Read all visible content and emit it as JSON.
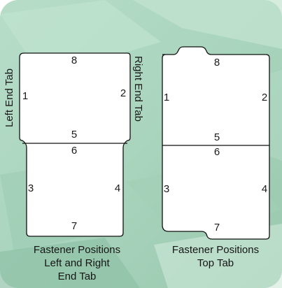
{
  "colors": {
    "background": "#a9d5be",
    "paper": "#ffffff",
    "outline": "#111111"
  },
  "left_folder": {
    "tabs": {
      "left": "Left End Tab",
      "right": "Right End Tab"
    },
    "positions": {
      "p1": "1",
      "p2": "2",
      "p3": "3",
      "p4": "4",
      "p5": "5",
      "p6": "6",
      "p7": "7",
      "p8": "8"
    },
    "caption": {
      "line1": "Fastener Positions",
      "line2": "Left and Right",
      "line3": "End Tab"
    }
  },
  "right_folder": {
    "positions": {
      "p1": "1",
      "p2": "2",
      "p3": "3",
      "p4": "4",
      "p5": "5",
      "p6": "6",
      "p7": "7",
      "p8": "8"
    },
    "caption": {
      "line1": "Fastener Positions",
      "line2": "Top Tab"
    }
  }
}
